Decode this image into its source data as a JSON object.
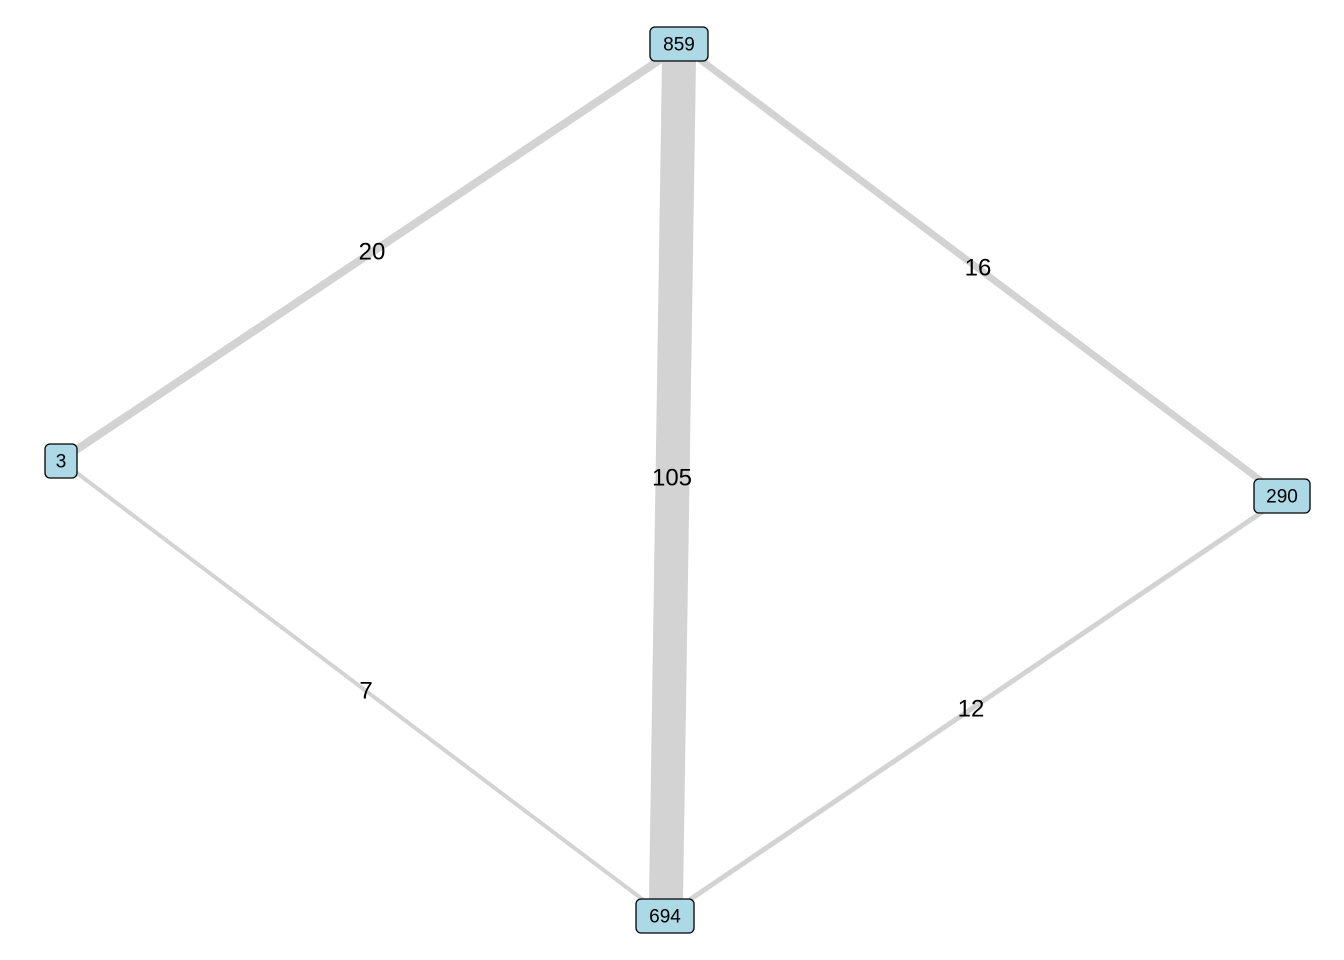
{
  "graph": {
    "colors": {
      "edge": "#d3d3d3",
      "node_fill": "#add8e6",
      "node_border": "#000000",
      "label": "#000000"
    },
    "nodes": [
      {
        "id": "n859",
        "label": "859"
      },
      {
        "id": "n3",
        "label": "3"
      },
      {
        "id": "n290",
        "label": "290"
      },
      {
        "id": "n694",
        "label": "694"
      }
    ],
    "edges": [
      {
        "id": "e859-3",
        "source": "n859",
        "target": "n3",
        "weight": 20,
        "label": "20"
      },
      {
        "id": "e859-290",
        "source": "n859",
        "target": "n290",
        "weight": 16,
        "label": "16"
      },
      {
        "id": "e859-694",
        "source": "n859",
        "target": "n694",
        "weight": 105,
        "label": "105"
      },
      {
        "id": "e3-694",
        "source": "n3",
        "target": "n694",
        "weight": 7,
        "label": "7"
      },
      {
        "id": "e290-694",
        "source": "n290",
        "target": "n694",
        "weight": 12,
        "label": "12"
      }
    ]
  }
}
